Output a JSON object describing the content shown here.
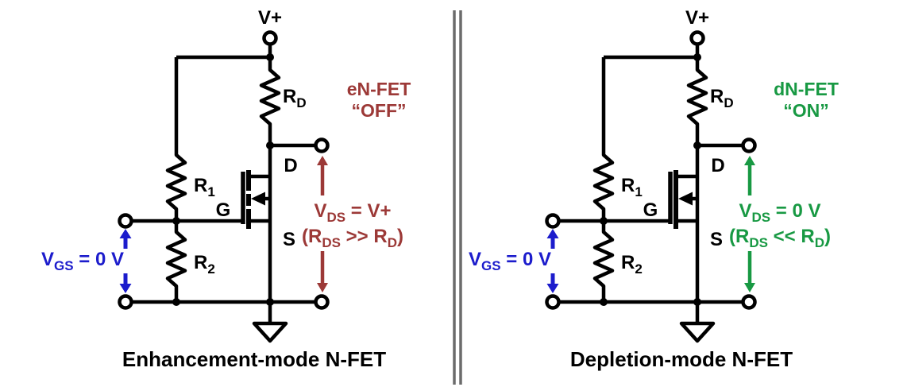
{
  "colors": {
    "wire": "#000000",
    "annotation_blue": "#1C1CCC",
    "annotation_red": "#9C3937",
    "annotation_green": "#189943",
    "divider_gray": "#6B6B6B",
    "background": "#FFFFFF"
  },
  "left": {
    "caption": "Enhancement-mode N-FET",
    "supply_label": "V+",
    "state": {
      "line1": "eN-FET",
      "line2": "“OFF”"
    },
    "labels": {
      "rd_base": "R",
      "rd_sub": "D",
      "r1_base": "R",
      "r1_sub": "1",
      "r2_base": "R",
      "r2_sub": "2",
      "drain": "D",
      "gate": "G",
      "source": "S"
    },
    "vgs": {
      "p0": "V",
      "p1": "GS",
      "p2": " = 0 V"
    },
    "vds1": {
      "p0": "V",
      "p1": "DS",
      "p2": " = V+"
    },
    "vds2": {
      "p0": "(R",
      "p1": "DS",
      "p2": " >> R",
      "p3": "D",
      "p4": ")"
    }
  },
  "right": {
    "caption": "Depletion-mode N-FET",
    "supply_label": "V+",
    "state": {
      "line1": "dN-FET",
      "line2": "“ON”"
    },
    "labels": {
      "rd_base": "R",
      "rd_sub": "D",
      "r1_base": "R",
      "r1_sub": "1",
      "r2_base": "R",
      "r2_sub": "2",
      "drain": "D",
      "gate": "G",
      "source": "S"
    },
    "vgs": {
      "p0": "V",
      "p1": "GS",
      "p2": " = 0 V"
    },
    "vds1": {
      "p0": "V",
      "p1": "DS",
      "p2": " = 0 V"
    },
    "vds2": {
      "p0": "(R",
      "p1": "DS",
      "p2": " << R",
      "p3": "D",
      "p4": ")"
    }
  }
}
